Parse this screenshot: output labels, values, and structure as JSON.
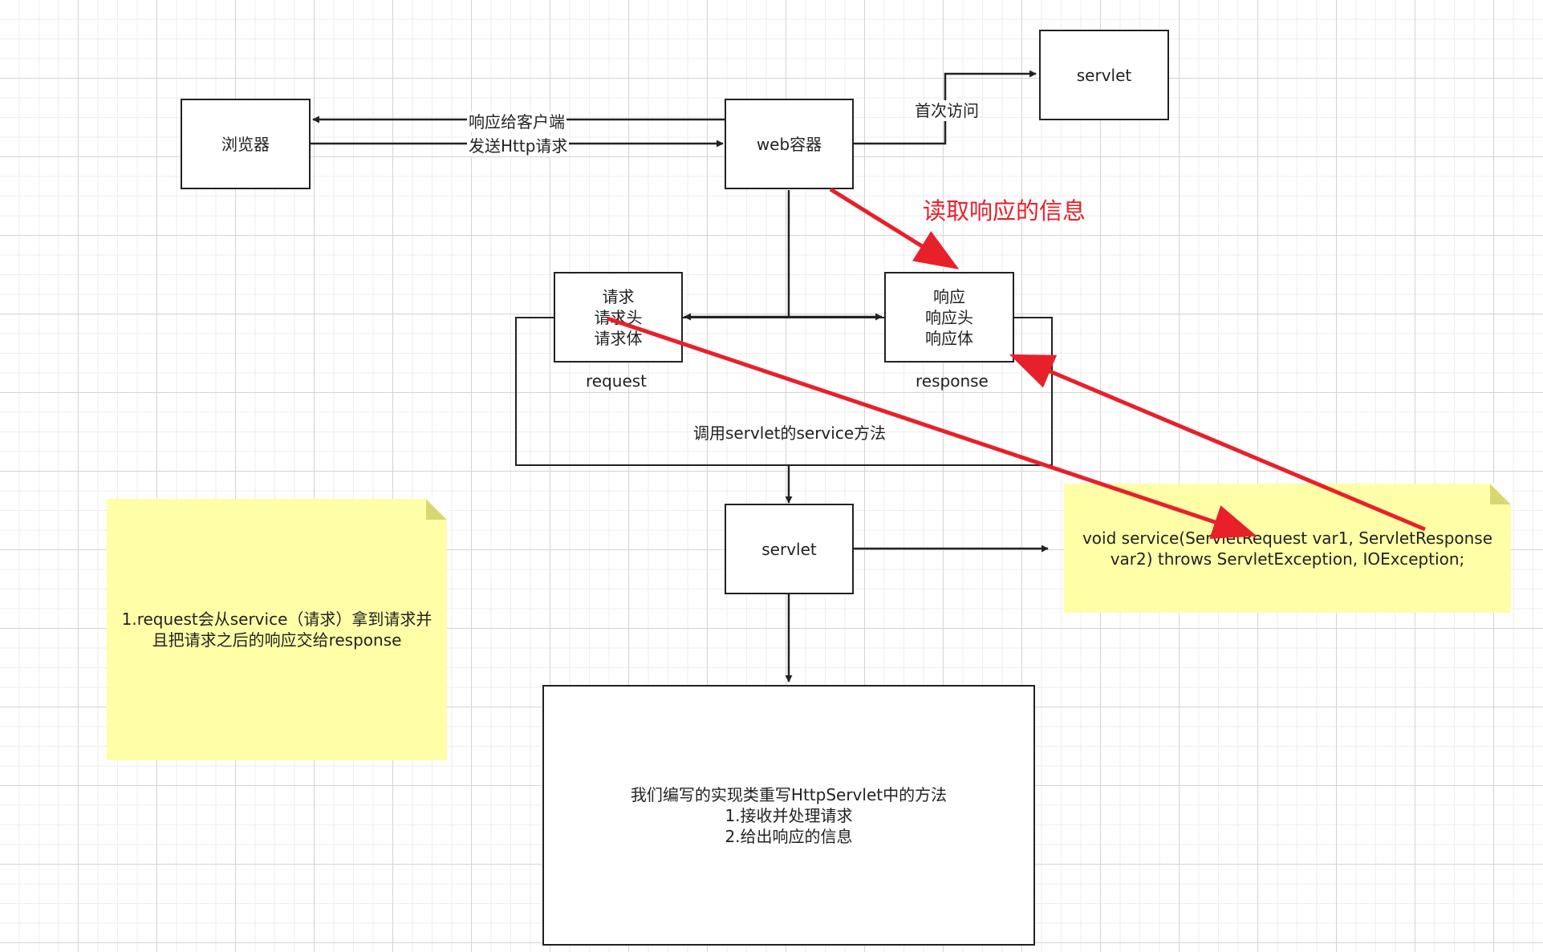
{
  "nodes": {
    "browser": "浏览器",
    "web_container": "web容器",
    "servlet_top": "servlet",
    "request_box": "请求\n请求头\n请求体",
    "response_box": "响应\n响应头\n响应体",
    "servlet_middle": "servlet",
    "implementation": "我们编写的实现类重写HttpServlet中的方法\n1.接收并处理请求\n2.给出响应的信息"
  },
  "labels": {
    "response_to_client": "响应给客户端",
    "send_http_request": "发送Http请求",
    "first_visit": "首次访问",
    "read_response_info": "读取响应的信息",
    "request": "request",
    "response": "response",
    "call_service": "调用servlet的service方法"
  },
  "notes": {
    "left_note": "1.request会从service（请求）拿到请求并\n且把请求之后的响应交给response",
    "right_note": "void service(ServletRequest var1, ServletResponse\nvar2) throws ServletException, IOException;"
  },
  "colors": {
    "line": "#222222",
    "red_arrow": "#e8202a",
    "note_fill": "#ffffa8",
    "grid": "#d4d4d4"
  }
}
